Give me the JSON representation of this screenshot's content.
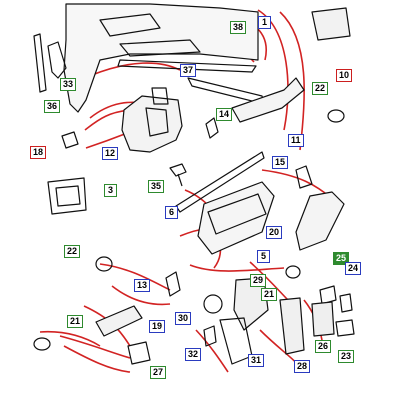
{
  "diagram": {
    "colors": {
      "blue_tag": "#2a3bbf",
      "green_tag": "#2e8a2e",
      "red_tag": "#cc1f1f",
      "leader": "#d22323",
      "part_line": "#111111"
    },
    "callouts": [
      {
        "id": "c1",
        "label": "1",
        "style": "blue"
      },
      {
        "id": "c38",
        "label": "38",
        "style": "green"
      },
      {
        "id": "c10",
        "label": "10",
        "style": "red"
      },
      {
        "id": "c37",
        "label": "37",
        "style": "blue"
      },
      {
        "id": "c33",
        "label": "33",
        "style": "green"
      },
      {
        "id": "c36",
        "label": "36",
        "style": "green"
      },
      {
        "id": "c22a",
        "label": "22",
        "style": "green"
      },
      {
        "id": "c18",
        "label": "18",
        "style": "red"
      },
      {
        "id": "c12",
        "label": "12",
        "style": "blue"
      },
      {
        "id": "c14",
        "label": "14",
        "style": "green"
      },
      {
        "id": "c11",
        "label": "11",
        "style": "blue"
      },
      {
        "id": "c35",
        "label": "35",
        "style": "green"
      },
      {
        "id": "c3",
        "label": "3",
        "style": "green"
      },
      {
        "id": "c15",
        "label": "15",
        "style": "blue"
      },
      {
        "id": "c6",
        "label": "6",
        "style": "blue"
      },
      {
        "id": "c20",
        "label": "20",
        "style": "blue"
      },
      {
        "id": "c22b",
        "label": "22",
        "style": "green"
      },
      {
        "id": "c5",
        "label": "5",
        "style": "blue"
      },
      {
        "id": "c25",
        "label": "25",
        "style": "selected"
      },
      {
        "id": "c24",
        "label": "24",
        "style": "blue"
      },
      {
        "id": "c29",
        "label": "29",
        "style": "green"
      },
      {
        "id": "c13",
        "label": "13",
        "style": "blue"
      },
      {
        "id": "c21a",
        "label": "21",
        "style": "green"
      },
      {
        "id": "c30",
        "label": "30",
        "style": "blue"
      },
      {
        "id": "c21b",
        "label": "21",
        "style": "green"
      },
      {
        "id": "c19",
        "label": "19",
        "style": "blue"
      },
      {
        "id": "c32",
        "label": "32",
        "style": "blue"
      },
      {
        "id": "c26",
        "label": "26",
        "style": "green"
      },
      {
        "id": "c23",
        "label": "23",
        "style": "green"
      },
      {
        "id": "c28",
        "label": "28",
        "style": "blue"
      },
      {
        "id": "c31",
        "label": "31",
        "style": "blue"
      },
      {
        "id": "c27",
        "label": "27",
        "style": "green"
      }
    ]
  }
}
